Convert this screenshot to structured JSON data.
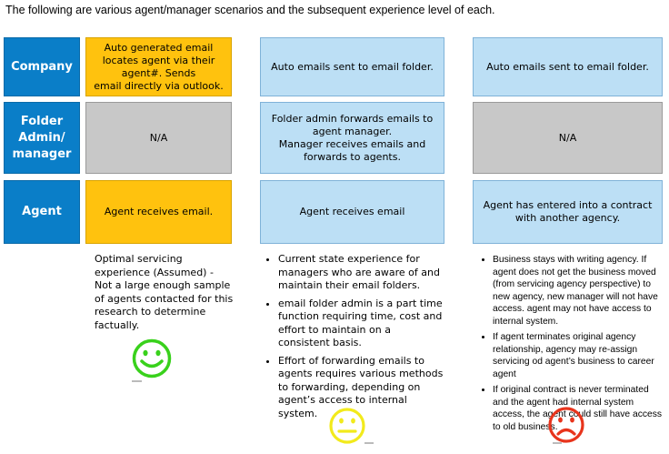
{
  "intro": "The following are various agent/manager scenarios and the subsequent experience level of each.",
  "row_labels": {
    "company": "Company",
    "folder_admin": [
      "Folder",
      "Admin/",
      "manager"
    ],
    "agent": "Agent"
  },
  "scenario1": {
    "company": [
      "Auto generated email",
      "locates agent via their",
      "agent#. Sends",
      "email directly via outlook."
    ],
    "folder_admin": "N/A",
    "agent": "Agent receives email.",
    "notes": [
      "Optimal servicing",
      "experience  (Assumed) -",
      "Not a large enough sample",
      "of agents contacted for this",
      "research to determine",
      "factually."
    ]
  },
  "scenario2": {
    "company": "Auto emails sent to email folder.",
    "folder_admin": [
      "Folder admin forwards emails to",
      "agent manager.",
      "Manager receives emails and",
      "forwards to agents."
    ],
    "agent": "Agent receives email",
    "bullets": [
      "Current state experience for managers who are aware of and maintain their email folders.",
      "email folder admin is a part time function requiring time, cost and effort to maintain on a consistent basis.",
      "Effort of forwarding emails to agents requires various methods to forwarding, depending on agent’s access to internal system."
    ]
  },
  "scenario3": {
    "company": "Auto emails sent to email folder.",
    "folder_admin": "N/A",
    "agent": [
      "Agent has entered into a contract",
      "with another agency."
    ],
    "bullets": [
      "Business stays with writing  agency. If agent does not get the business moved (from servicing agency perspective) to new agency, new manager will not have access. agent may not have access to internal system.",
      "If agent terminates original agency relationship, agency  may re-assign servicing od agent’s business to career agent",
      "If original contract is never terminated and the agent had internal system access, the agent could still have access to old business."
    ]
  },
  "faces": [
    {
      "name": "happy",
      "color": "#39d11c"
    },
    {
      "name": "neutral",
      "color": "#f2ea1c"
    },
    {
      "name": "sad",
      "color": "#e8341c"
    }
  ]
}
